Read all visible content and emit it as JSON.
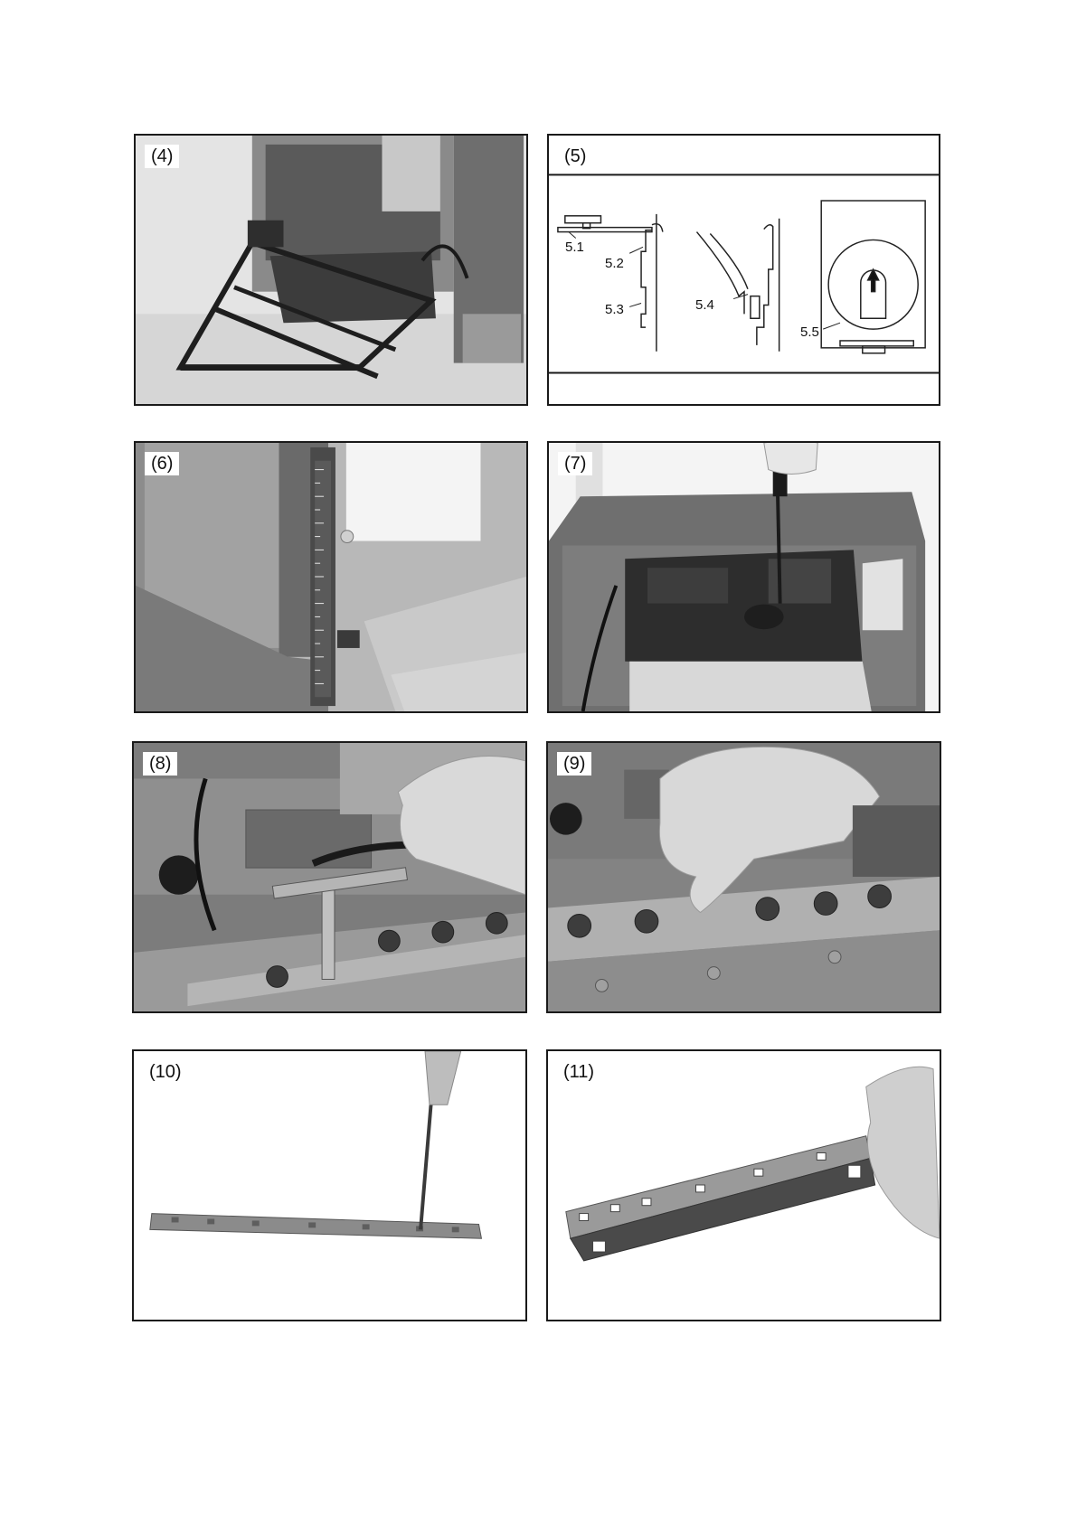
{
  "panels": {
    "p4": {
      "label": "(4)"
    },
    "p5": {
      "label": "(5)",
      "callouts": {
        "c1": "5.1",
        "c2": "5.2",
        "c3": "5.3",
        "c4": "5.4",
        "c5": "5.5"
      }
    },
    "p6": {
      "label": "(6)"
    },
    "p7": {
      "label": "(7)"
    },
    "p8": {
      "label": "(8)"
    },
    "p9": {
      "label": "(9)"
    },
    "p10": {
      "label": "(10)"
    },
    "p11": {
      "label": "(11)"
    }
  }
}
